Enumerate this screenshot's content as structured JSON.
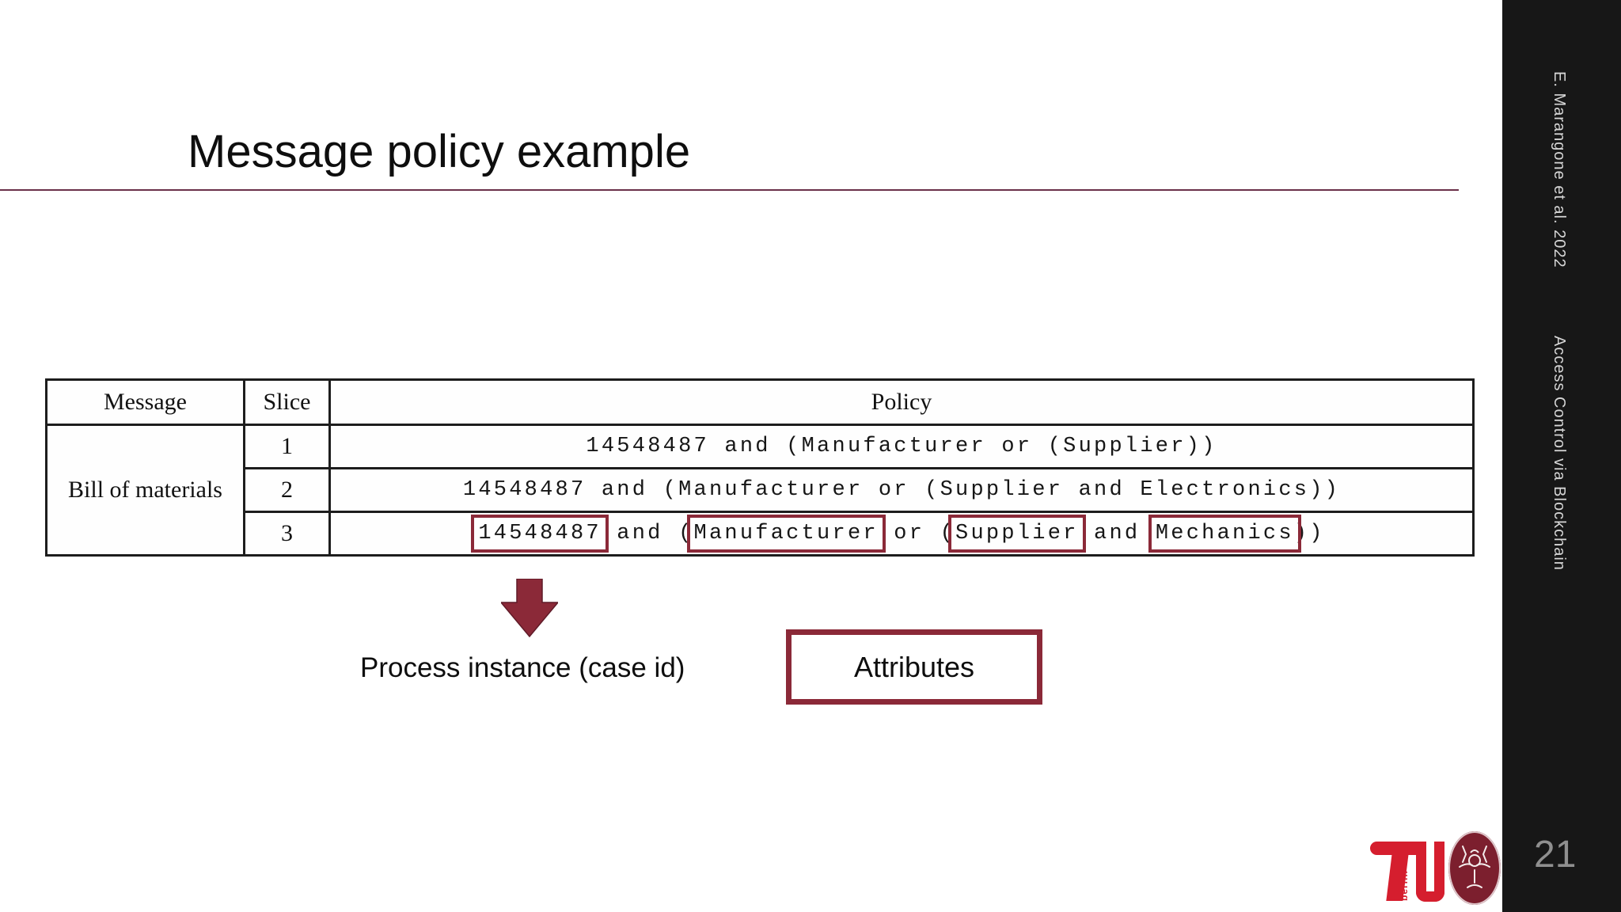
{
  "slide": {
    "title": "Message policy example",
    "page_number": "21"
  },
  "sidebar": {
    "citation": "E. Marangone et al. 2022",
    "deck_title": "Access Control via Blockchain"
  },
  "table": {
    "headers": [
      "Message",
      "Slice",
      "Policy"
    ],
    "message_group": "Bill of materials",
    "rows": [
      {
        "slice": "1",
        "policy": "14548487 and (Manufacturer or (Supplier))"
      },
      {
        "slice": "2",
        "policy": "14548487 and (Manufacturer or (Supplier and Electronics))"
      },
      {
        "slice": "3",
        "segments": [
          {
            "text": "14548487",
            "boxed": true
          },
          {
            "text": " and (",
            "boxed": false
          },
          {
            "text": "Manufacturer",
            "boxed": true
          },
          {
            "text": " or (",
            "boxed": false
          },
          {
            "text": "Supplier",
            "boxed": true
          },
          {
            "text": " and ",
            "boxed": false
          },
          {
            "text": "Mechanics",
            "boxed": true
          },
          {
            "text": "))",
            "boxed": false
          }
        ]
      }
    ]
  },
  "annotations": {
    "arrow_label": "Process instance (case id)",
    "attributes_label": "Attributes"
  },
  "logos": {
    "tu_berlin_sub": "berlin"
  },
  "colors": {
    "accent": "#8b2938",
    "rule": "#6b3049",
    "sidebar": "#171717",
    "tu-red": "#d51e2e",
    "sap-maroon": "#7c1f2e"
  }
}
